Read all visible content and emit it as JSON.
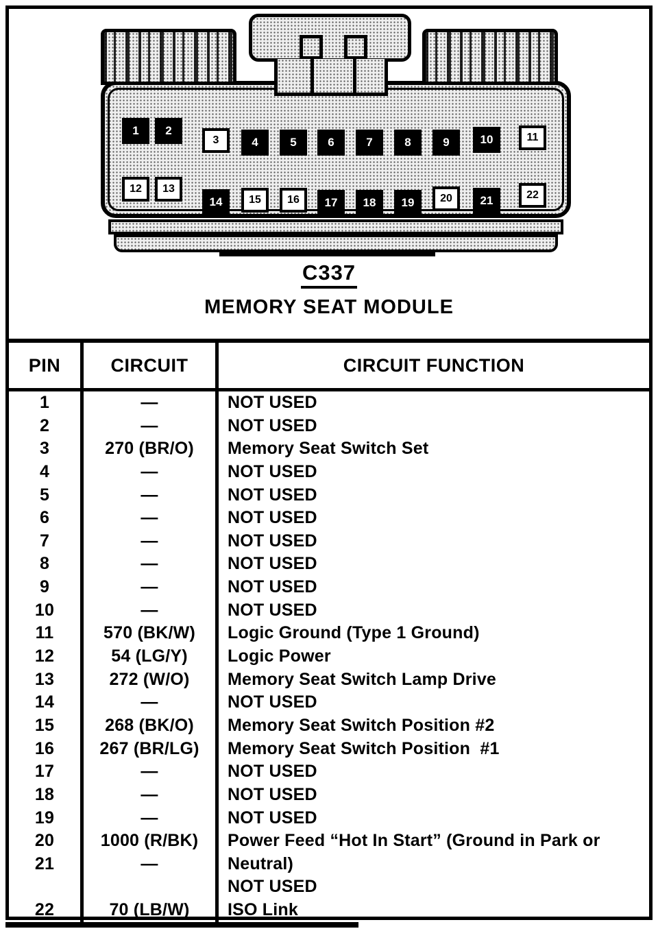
{
  "diagram": {
    "connector_id": "C337",
    "connector_name": "MEMORY SEAT MODULE",
    "pin_rows": [
      {
        "pins": [
          {
            "n": "1",
            "variant": "filled"
          },
          {
            "n": "2",
            "variant": "filled"
          },
          {
            "n": "3",
            "variant": "open"
          },
          {
            "n": "4",
            "variant": "filled"
          },
          {
            "n": "5",
            "variant": "filled"
          },
          {
            "n": "6",
            "variant": "filled"
          },
          {
            "n": "7",
            "variant": "filled"
          },
          {
            "n": "8",
            "variant": "filled"
          },
          {
            "n": "9",
            "variant": "filled"
          },
          {
            "n": "10",
            "variant": "filled"
          },
          {
            "n": "11",
            "variant": "open"
          }
        ]
      },
      {
        "pins": [
          {
            "n": "12",
            "variant": "open"
          },
          {
            "n": "13",
            "variant": "open"
          },
          {
            "n": "14",
            "variant": "filled"
          },
          {
            "n": "15",
            "variant": "open"
          },
          {
            "n": "16",
            "variant": "open"
          },
          {
            "n": "17",
            "variant": "filled"
          },
          {
            "n": "18",
            "variant": "filled"
          },
          {
            "n": "19",
            "variant": "filled"
          },
          {
            "n": "20",
            "variant": "open"
          },
          {
            "n": "21",
            "variant": "filled"
          },
          {
            "n": "22",
            "variant": "open"
          }
        ]
      }
    ]
  },
  "table": {
    "headers": [
      "PIN",
      "CIRCUIT",
      "CIRCUIT FUNCTION"
    ],
    "lines": [
      {
        "pin": "1",
        "circuit": "—",
        "function": "NOT USED"
      },
      {
        "pin": "2",
        "circuit": "—",
        "function": "NOT USED"
      },
      {
        "pin": "3",
        "circuit": "270 (BR/O)",
        "function": "Memory Seat Switch Set"
      },
      {
        "pin": "4",
        "circuit": "—",
        "function": "NOT USED"
      },
      {
        "pin": "5",
        "circuit": "—",
        "function": "NOT USED"
      },
      {
        "pin": "6",
        "circuit": "—",
        "function": "NOT USED"
      },
      {
        "pin": "7",
        "circuit": "—",
        "function": "NOT USED"
      },
      {
        "pin": "8",
        "circuit": "—",
        "function": "NOT USED"
      },
      {
        "pin": "9",
        "circuit": "—",
        "function": "NOT USED"
      },
      {
        "pin": "10",
        "circuit": "—",
        "function": "NOT USED"
      },
      {
        "pin": "11",
        "circuit": "570 (BK/W)",
        "function": "Logic Ground (Type 1 Ground)"
      },
      {
        "pin": "12",
        "circuit": "54 (LG/Y)",
        "function": "Logic Power"
      },
      {
        "pin": "13",
        "circuit": "272 (W/O)",
        "function": "Memory Seat Switch Lamp Drive"
      },
      {
        "pin": "14",
        "circuit": "—",
        "function": "NOT USED"
      },
      {
        "pin": "15",
        "circuit": "268 (BK/O)",
        "function": "Memory Seat Switch Position #2"
      },
      {
        "pin": "16",
        "circuit": "267 (BR/LG)",
        "function": "Memory Seat Switch Position  #1"
      },
      {
        "pin": "17",
        "circuit": "—",
        "function": "NOT USED"
      },
      {
        "pin": "18",
        "circuit": "—",
        "function": "NOT USED"
      },
      {
        "pin": "19",
        "circuit": "—",
        "function": "NOT USED"
      },
      {
        "pin": "20",
        "circuit": "1000 (R/BK)",
        "function": "Power Feed “Hot In Start” (Ground in Park or"
      },
      {
        "pin": "21",
        "circuit": "—",
        "function": "Neutral)"
      },
      {
        "pin": "",
        "circuit": "",
        "function": "NOT USED"
      },
      {
        "pin": "22",
        "circuit": "70 (LB/W)",
        "function": "ISO Link"
      }
    ]
  },
  "colors": {
    "ink": "#000000",
    "paper": "#ffffff"
  }
}
